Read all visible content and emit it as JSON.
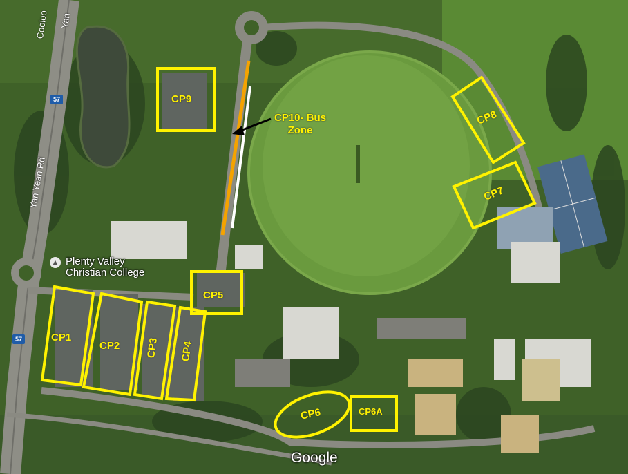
{
  "map": {
    "road_labels": {
      "yan_yean_rd": "Yan Yean Rd",
      "cooloo": "Cooloo",
      "yan_top": "Yan"
    },
    "route_shields": [
      "57",
      "57"
    ],
    "poi": {
      "name_line1": "Plenty Valley",
      "name_line2": "Christian College"
    },
    "bus_zone": {
      "line1": "CP10- Bus",
      "line2": "Zone"
    },
    "car_parks": {
      "cp1": "CP1",
      "cp2": "CP2",
      "cp3": "CP3",
      "cp4": "CP4",
      "cp5": "CP5",
      "cp6": "CP6",
      "cp6a": "CP6A",
      "cp7": "CP7",
      "cp8": "CP8",
      "cp9": "CP9"
    },
    "attribution": "Google",
    "colors": {
      "highlight": "#fff200",
      "bus_zone": "#f4a300",
      "grass": "#4f7a2f",
      "oval": "#6a9a3e",
      "road": "#8a8a82",
      "roof": "#d8d8d2"
    }
  }
}
